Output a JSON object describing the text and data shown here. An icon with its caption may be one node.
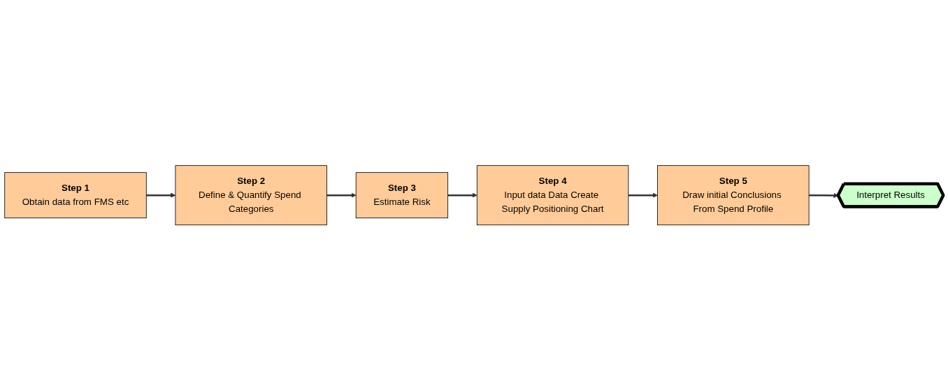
{
  "diagram": {
    "nodes": [
      {
        "text": [
          "Step 1",
          "Obtain data from FMS etc"
        ]
      },
      {
        "text": [
          "Step 2",
          "Define & Quantify Spend Categories"
        ]
      },
      {
        "text": [
          "Step 3",
          "Estimate Risk"
        ]
      },
      {
        "text": [
          "Step 4",
          "Input data Data Create Supply Positioning Chart"
        ]
      },
      {
        "text": [
          "Step 5",
          "Draw initial Conclusions From Spend Profile"
        ]
      },
      {
        "text": [
          "Interpret Results"
        ]
      }
    ],
    "edges": [
      {
        "from": 0,
        "to": 1,
        "arrow": "to"
      },
      {
        "from": 1,
        "to": 2,
        "arrow": "to"
      },
      {
        "from": 2,
        "to": 3,
        "arrow": "to"
      },
      {
        "from": 3,
        "to": 4,
        "arrow": "to"
      },
      {
        "from": 4,
        "to": 5,
        "arrow": "to"
      }
    ]
  }
}
